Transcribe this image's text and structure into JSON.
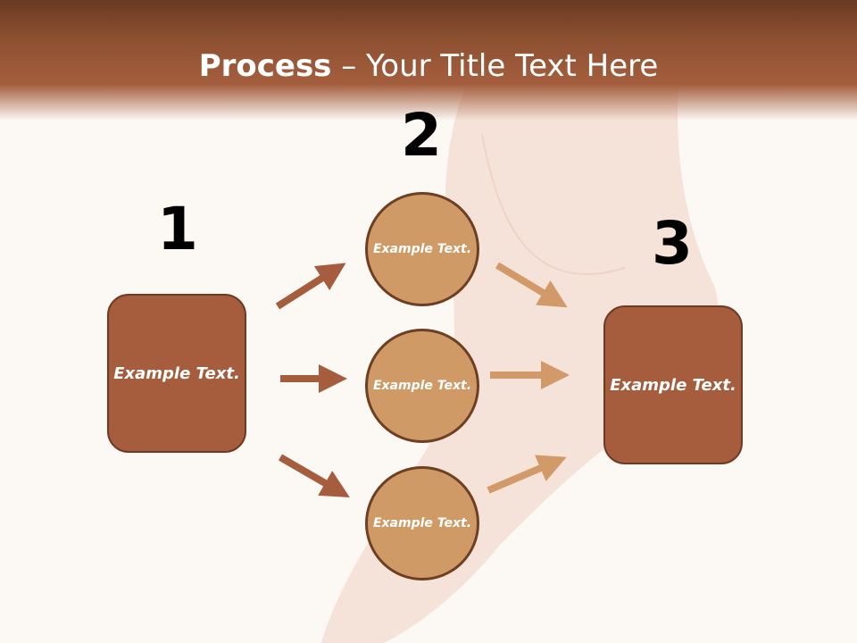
{
  "header": {
    "title_bold": "Process",
    "title_rest": " – Your Title Text Here"
  },
  "steps": {
    "one": "1",
    "two": "2",
    "three": "3"
  },
  "nodes": {
    "left_box": "Example Text.",
    "circle_top": "Example Text.",
    "circle_middle": "Example Text.",
    "circle_bottom": "Example Text.",
    "right_box": "Example Text."
  },
  "colors": {
    "header": "#a45e3d",
    "box": "#a65d3e",
    "circle": "#cf9a66",
    "arrow_left": "#a65d3e",
    "arrow_right": "#d29a68"
  }
}
